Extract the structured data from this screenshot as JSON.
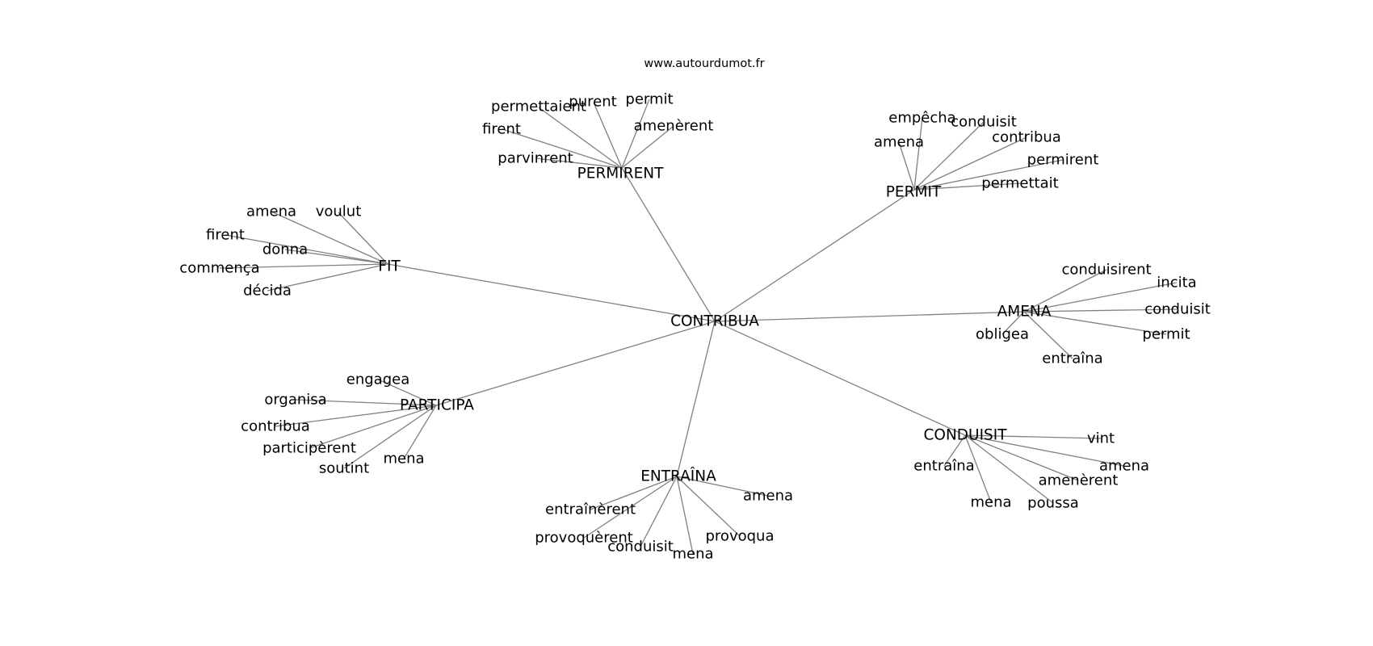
{
  "site": "www.autourdumot.fr",
  "graph": {
    "root": "CONTRIBUA",
    "clusters": [
      {
        "label": "PERMIRENT",
        "words": [
          "permettaient",
          "purent",
          "permit",
          "firent",
          "amenèrent",
          "parvinrent"
        ]
      },
      {
        "label": "PERMIT",
        "words": [
          "empêcha",
          "conduisit",
          "amena",
          "contribua",
          "permirent",
          "permettait"
        ]
      },
      {
        "label": "FIT",
        "words": [
          "amena",
          "voulut",
          "firent",
          "donna",
          "commença",
          "décida"
        ]
      },
      {
        "label": "AMENA",
        "words": [
          "conduisirent",
          "incita",
          "conduisit",
          "obligea",
          "permit",
          "entraîna"
        ]
      },
      {
        "label": "PARTICIPA",
        "words": [
          "engagea",
          "organisa",
          "contribua",
          "participèrent",
          "soutint",
          "mena"
        ]
      },
      {
        "label": "CONDUISIT",
        "words": [
          "vint",
          "entraîna",
          "amena",
          "amenèrent",
          "mena",
          "poussa"
        ]
      },
      {
        "label": "ENTRAÎNA",
        "words": [
          "amena",
          "entraînèrent",
          "provoquèrent",
          "provoqua",
          "conduisit",
          "mena"
        ]
      }
    ]
  }
}
